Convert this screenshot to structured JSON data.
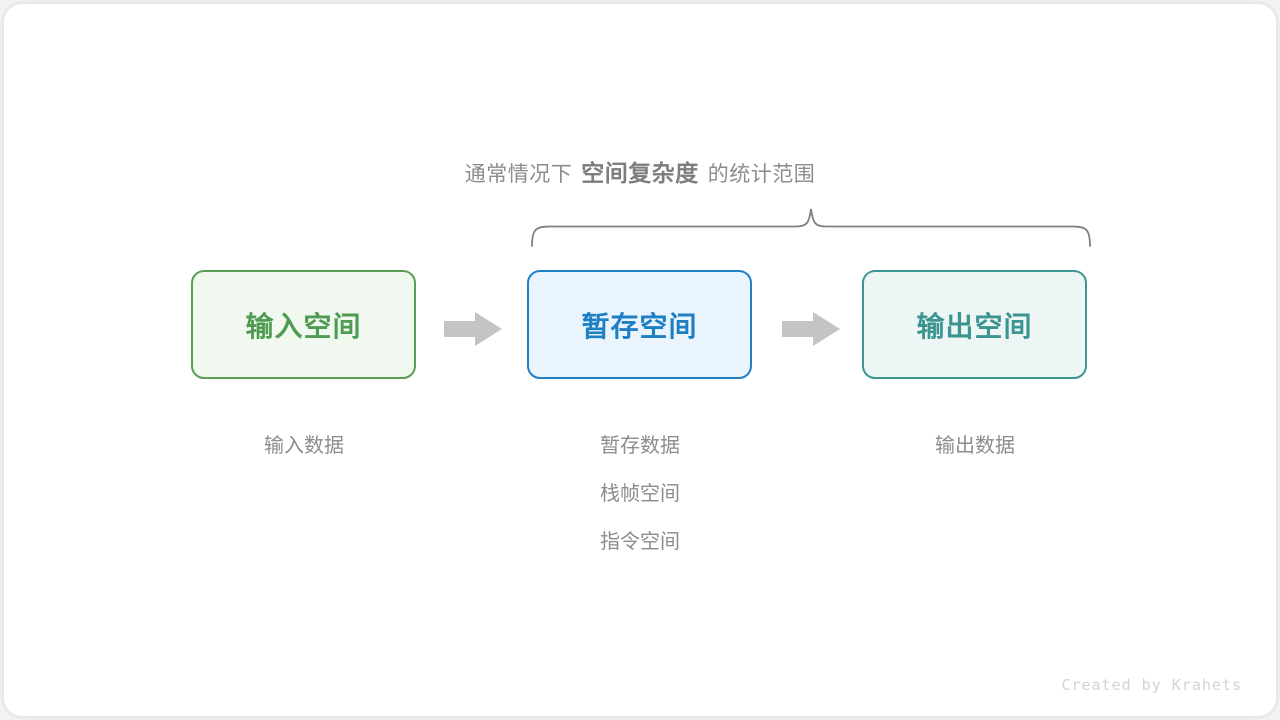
{
  "diagram": {
    "title_prefix": "通常情况下",
    "title_strong": "空间复杂度",
    "title_suffix": "的统计范围",
    "watermark": "Created by Krahets",
    "colors": {
      "input_border": "#5a9e55",
      "input_fill": "#f1f8f0",
      "input_text": "#4f9b51",
      "buffer_border": "#1f80c6",
      "buffer_fill": "#e9f4fd",
      "buffer_text": "#1f7fc4",
      "output_border": "#3d9692",
      "output_fill": "#edf6f4",
      "output_text": "#3a9490",
      "arrow": "#c4c4c4",
      "brace": "#808080",
      "caption_text": "#8c8c8c",
      "canvas": "#ffffff",
      "page_background": "#f2f2f2"
    },
    "boxes": [
      {
        "id": "input-space",
        "label": "输入空间",
        "captions": [
          "输入数据"
        ]
      },
      {
        "id": "buffer-space",
        "label": "暂存空间",
        "captions": [
          "暂存数据",
          "栈帧空间",
          "指令空间"
        ]
      },
      {
        "id": "output-space",
        "label": "输出空间",
        "captions": [
          "输出数据"
        ]
      }
    ],
    "arrows": [
      {
        "id": "arrow-input-to-buffer",
        "glyph": "right-arrow-icon"
      },
      {
        "id": "arrow-buffer-to-output",
        "glyph": "right-arrow-icon"
      }
    ],
    "brace": {
      "id": "scope-brace",
      "spans": [
        "buffer-space",
        "output-space"
      ]
    }
  }
}
